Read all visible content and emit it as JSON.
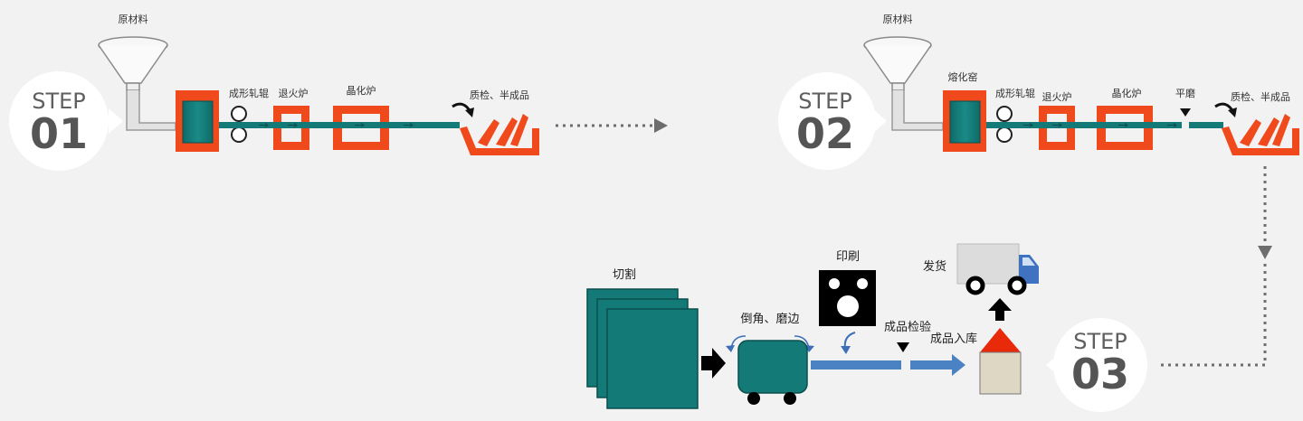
{
  "colors": {
    "background": "#f2f2f2",
    "furnace_orange": "#f04a1c",
    "teal": "#137a78",
    "teal_dark": "#0c5f5e",
    "flow_blue": "#4a82c4",
    "arrow_gray": "#6d6d6d",
    "truck_blue": "#3f72c1"
  },
  "steps": [
    {
      "word": "STEP",
      "number": "01"
    },
    {
      "word": "STEP",
      "number": "02"
    },
    {
      "word": "STEP",
      "number": "03"
    }
  ],
  "line1": {
    "raw_material": "原材料",
    "forming_rolls": "成形轧辊",
    "annealing_furnace": "退火炉",
    "crystallization_furnace": "晶化炉",
    "inspection": "质检、半成品"
  },
  "line2": {
    "raw_material": "原材料",
    "melting_furnace": "熔化窑",
    "forming_rolls": "成形轧辊",
    "annealing_furnace": "退火炉",
    "crystallization_furnace": "晶化炉",
    "grinding": "平磨",
    "inspection": "质检、半成品"
  },
  "line3": {
    "cutting": "切割",
    "chamfer_edging": "倒角、磨边",
    "printing": "印刷",
    "final_inspection": "成品检验",
    "warehousing": "成品入库",
    "shipping": "发货"
  },
  "icons": [
    "funnel-icon",
    "roller-icon",
    "curved-arrow-icon",
    "truck-icon",
    "house-icon"
  ]
}
